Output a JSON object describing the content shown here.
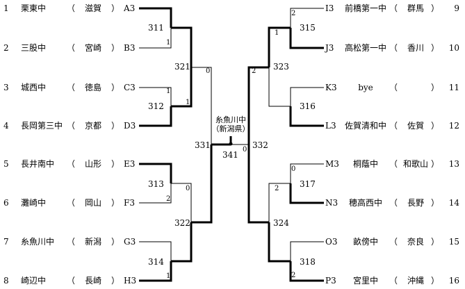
{
  "left_teams": [
    {
      "seed": "1",
      "school": "栗東中",
      "paren_open": "（",
      "pref": "滋賀",
      "paren_close": "）",
      "code": "A3"
    },
    {
      "seed": "2",
      "school": "三股中",
      "paren_open": "（",
      "pref": "宮崎",
      "paren_close": "）",
      "code": "B3"
    },
    {
      "seed": "3",
      "school": "城西中",
      "paren_open": "（",
      "pref": "徳島",
      "paren_close": "）",
      "code": "C3"
    },
    {
      "seed": "4",
      "school": "長岡第三中",
      "paren_open": "（",
      "pref": "京都",
      "paren_close": "）",
      "code": "D3"
    },
    {
      "seed": "5",
      "school": "長井南中",
      "paren_open": "（",
      "pref": "山形",
      "paren_close": "）",
      "code": "E3"
    },
    {
      "seed": "6",
      "school": "灘崎中",
      "paren_open": "（",
      "pref": "岡山",
      "paren_close": "）",
      "code": "F3"
    },
    {
      "seed": "7",
      "school": "糸魚川中",
      "paren_open": "（",
      "pref": "新潟",
      "paren_close": "）",
      "code": "G3"
    },
    {
      "seed": "8",
      "school": "崎辺中",
      "paren_open": "（",
      "pref": "長崎",
      "paren_close": "）",
      "code": "H3"
    }
  ],
  "right_teams": [
    {
      "seed": "9",
      "school": "前橋第一中",
      "paren_open": "（",
      "pref": "群馬",
      "paren_close": "）",
      "code": "I3"
    },
    {
      "seed": "10",
      "school": "高松第一中",
      "paren_open": "（",
      "pref": "香川",
      "paren_close": "）",
      "code": "J3"
    },
    {
      "seed": "11",
      "school": "bye",
      "paren_open": "（",
      "pref": "",
      "paren_close": "）",
      "code": "K3"
    },
    {
      "seed": "12",
      "school": "佐賀清和中",
      "paren_open": "（",
      "pref": "佐賀",
      "paren_close": "）",
      "code": "L3"
    },
    {
      "seed": "13",
      "school": "桐蔭中",
      "paren_open": "（",
      "pref": "和歌山",
      "paren_close": "）",
      "code": "M3"
    },
    {
      "seed": "14",
      "school": "穂高西中",
      "paren_open": "（",
      "pref": "長野",
      "paren_close": "）",
      "code": "N3"
    },
    {
      "seed": "15",
      "school": "畝傍中",
      "paren_open": "（",
      "pref": "奈良",
      "paren_close": "）",
      "code": "O3"
    },
    {
      "seed": "16",
      "school": "宮里中",
      "paren_open": "（",
      "pref": "沖縄",
      "paren_close": "）",
      "code": "P3"
    }
  ],
  "matches": {
    "m311": {
      "id": "311",
      "top_score": "",
      "bottom_score": "1"
    },
    "m312": {
      "id": "312",
      "top_score": "1",
      "bottom_score": "1"
    },
    "m313": {
      "id": "313",
      "top_score": "0",
      "bottom_score": "2"
    },
    "m314": {
      "id": "314",
      "top_score": "",
      "bottom_score": "1"
    },
    "m315": {
      "id": "315",
      "top_score": "2",
      "bottom_score": "1"
    },
    "m316": {
      "id": "316",
      "top_score": "",
      "bottom_score": ""
    },
    "m317": {
      "id": "317",
      "top_score": "0",
      "bottom_score": "2"
    },
    "m318": {
      "id": "318",
      "top_score": "",
      "bottom_score": "2"
    },
    "m321": {
      "id": "321",
      "top_score": "",
      "bottom_score": "0"
    },
    "m322": {
      "id": "322",
      "top_score": "",
      "bottom_score": ""
    },
    "m323": {
      "id": "323",
      "top_score": "2",
      "bottom_score": ""
    },
    "m324": {
      "id": "324",
      "top_score": "",
      "bottom_score": ""
    },
    "m331": {
      "id": "331",
      "score": ""
    },
    "m332": {
      "id": "332",
      "score": "0"
    },
    "m341": {
      "id": "341"
    }
  },
  "champion": {
    "school": "糸魚川中",
    "pref": "（新潟県）"
  }
}
